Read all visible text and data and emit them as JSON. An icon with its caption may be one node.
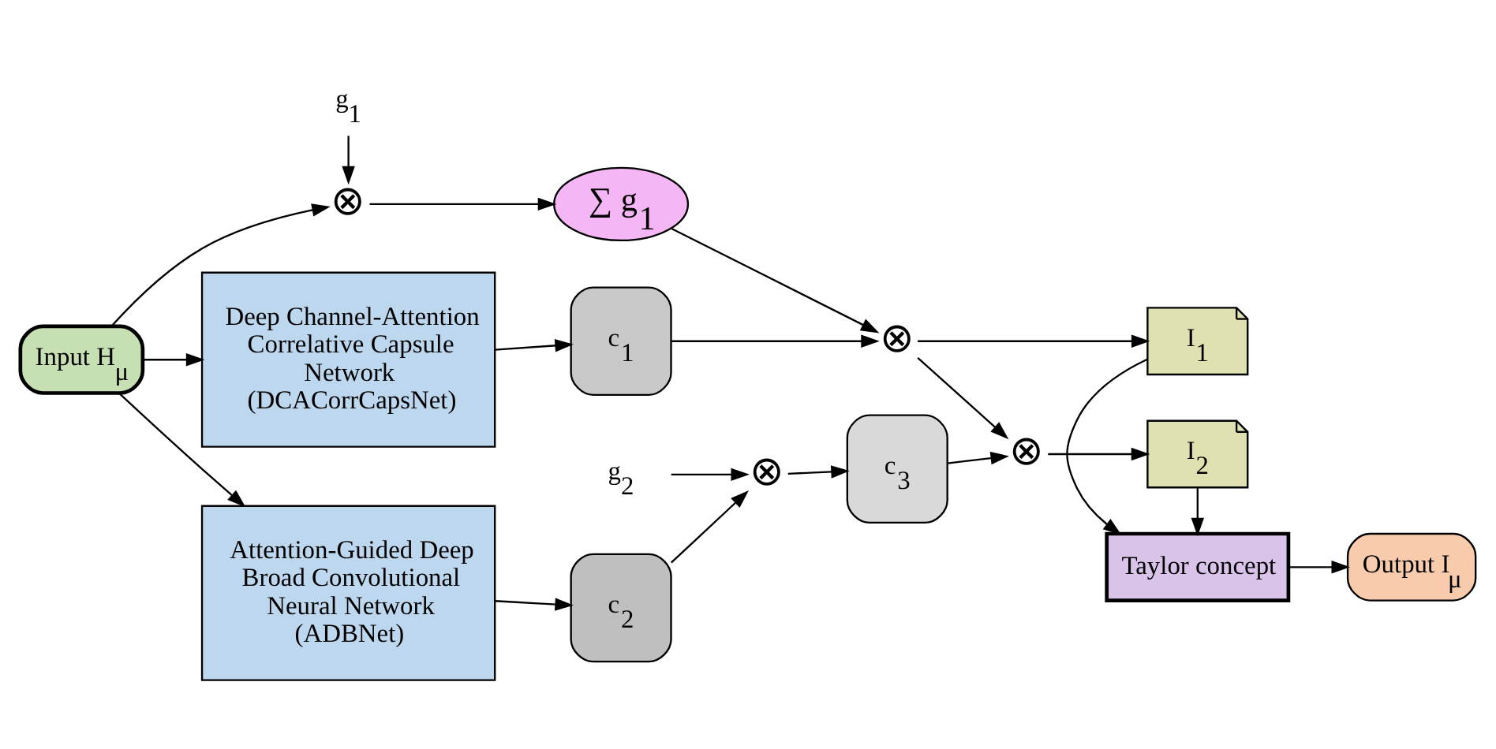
{
  "diagram": {
    "nodes": [
      {
        "text": [
          "Input H$_{μ}$"
        ]
      },
      {
        "text": [
          "g$_{1}$"
        ]
      },
      {
        "text": [
          "⊗"
        ]
      },
      {
        "text": [
          "∑ g$_{1}$"
        ]
      },
      {
        "text": [
          "Deep Channel-Attention Correlative Capsule Network (DCACorrCapsNet)"
        ]
      },
      {
        "text": [
          "Attention-Guided Deep Broad Convolutional Neural Network (ADBNet)"
        ]
      },
      {
        "text": [
          "c$_{1}$"
        ]
      },
      {
        "text": [
          "⊗"
        ]
      },
      {
        "text": [
          "c$_{2}$"
        ]
      },
      {
        "text": [
          "⊗"
        ]
      },
      {
        "text": [
          "g$_{2}$"
        ]
      },
      {
        "text": [
          "c$_{3}$"
        ]
      },
      {
        "text": [
          "⊗"
        ]
      },
      {
        "text": [
          "I$_{1}$"
        ]
      },
      {
        "text": [
          "I$_{2}$"
        ]
      },
      {
        "text": [
          "Taylor concept"
        ]
      },
      {
        "text": [
          "Output I$_{μ}$"
        ]
      }
    ],
    "edges": [
      {
        "from": 0,
        "to": 2,
        "arrow": "to"
      },
      {
        "from": 1,
        "to": 2,
        "arrow": "to"
      },
      {
        "from": 2,
        "to": 3,
        "arrow": "to"
      },
      {
        "from": 0,
        "to": 4,
        "arrow": "to"
      },
      {
        "from": 0,
        "to": 5,
        "arrow": "to"
      },
      {
        "from": 4,
        "to": 6,
        "arrow": "to"
      },
      {
        "from": 6,
        "to": 7,
        "arrow": "to"
      },
      {
        "from": 3,
        "to": 7,
        "arrow": "to"
      },
      {
        "from": 7,
        "to": 13,
        "arrow": "to"
      },
      {
        "from": 7,
        "to": 12,
        "arrow": "to"
      },
      {
        "from": 5,
        "to": 8,
        "arrow": "to"
      },
      {
        "from": 8,
        "to": 9,
        "arrow": "to"
      },
      {
        "from": 10,
        "to": 9,
        "arrow": "to"
      },
      {
        "from": 9,
        "to": 11,
        "arrow": "to"
      },
      {
        "from": 11,
        "to": 12,
        "arrow": "to"
      },
      {
        "from": 12,
        "to": 14,
        "arrow": "to"
      },
      {
        "from": 13,
        "to": 15,
        "arrow": "to"
      },
      {
        "from": 14,
        "to": 15,
        "arrow": "to"
      },
      {
        "from": 15,
        "to": 16,
        "arrow": "to"
      }
    ]
  }
}
